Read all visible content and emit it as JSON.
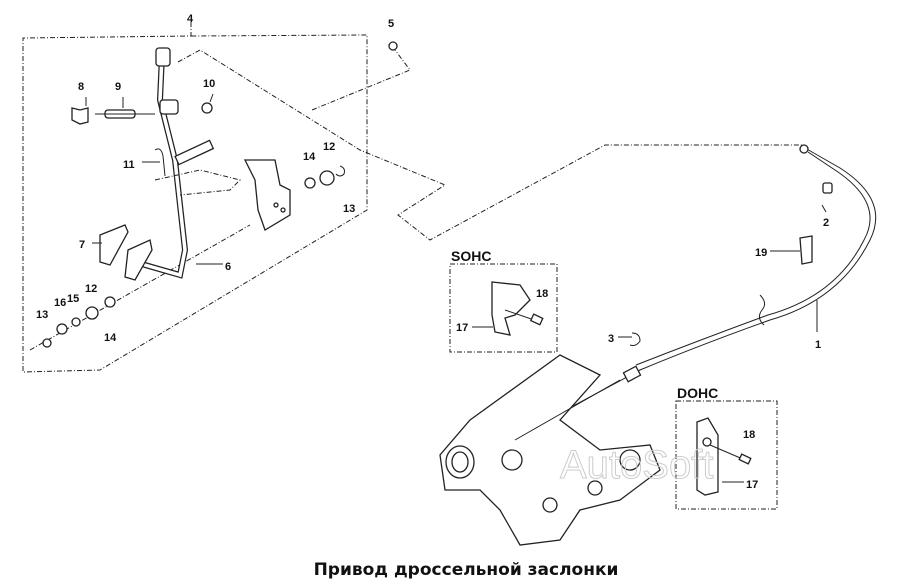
{
  "title": "Привод дроссельной заслонки",
  "watermark": "AutoSoft",
  "sections": {
    "sohc": "SOHC",
    "dohc": "DOHC"
  },
  "callouts": {
    "p4": "4",
    "p5": "5",
    "p8": "8",
    "p9": "9",
    "p10": "10",
    "p11": "11",
    "p14a": "14",
    "p12a": "12",
    "p13a": "13",
    "p7": "7",
    "p6": "6",
    "p13b": "13",
    "p16": "16",
    "p15": "15",
    "p12b": "12",
    "p14b": "14",
    "p2": "2",
    "p19": "19",
    "p1": "1",
    "p3": "3",
    "p18s": "18",
    "p17s": "17",
    "p18d": "18",
    "p17d": "17"
  }
}
